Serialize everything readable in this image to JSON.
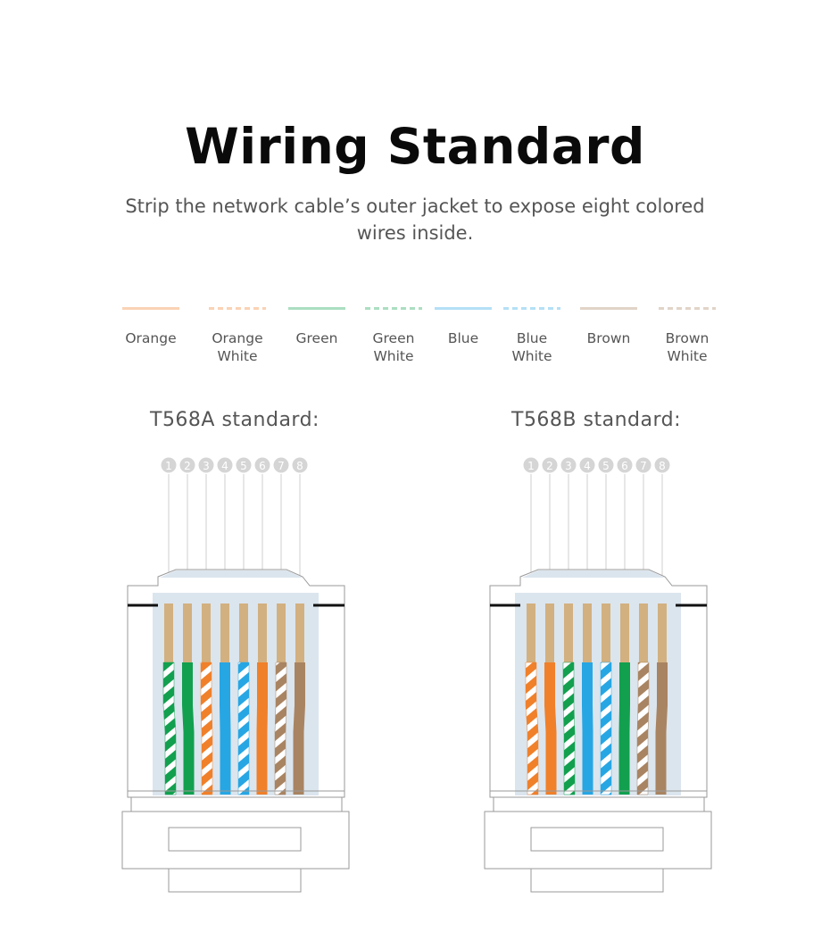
{
  "title": "Wiring Standard",
  "subtitle": "Strip the network cable’s outer jacket to expose eight colored wires inside.",
  "wire_colors": {
    "orange": "#f0802a",
    "green": "#12a04f",
    "blue": "#27a6e4",
    "brown": "#a98462",
    "white": "#ffffff",
    "contact": "#d2b080"
  },
  "legend": [
    {
      "label": "Orange",
      "color": "orange",
      "striped": false
    },
    {
      "label": "Orange\nWhite",
      "color": "orange",
      "striped": true
    },
    {
      "label": "Green",
      "color": "green",
      "striped": false
    },
    {
      "label": "Green\nWhite",
      "color": "green",
      "striped": true
    },
    {
      "label": "Blue",
      "color": "blue",
      "striped": false
    },
    {
      "label": "Blue\nWhite",
      "color": "blue",
      "striped": true
    },
    {
      "label": "Brown",
      "color": "brown",
      "striped": false
    },
    {
      "label": "Brown\nWhite",
      "color": "brown",
      "striped": true
    }
  ],
  "standards": [
    {
      "label": "T568A standard:",
      "pins": [
        "1",
        "2",
        "3",
        "4",
        "5",
        "6",
        "7",
        "8"
      ],
      "wires": [
        {
          "color": "green",
          "striped": true
        },
        {
          "color": "green",
          "striped": false
        },
        {
          "color": "orange",
          "striped": true
        },
        {
          "color": "blue",
          "striped": false
        },
        {
          "color": "blue",
          "striped": true
        },
        {
          "color": "orange",
          "striped": false
        },
        {
          "color": "brown",
          "striped": true
        },
        {
          "color": "brown",
          "striped": false
        }
      ]
    },
    {
      "label": "T568B standard:",
      "pins": [
        "1",
        "2",
        "3",
        "4",
        "5",
        "6",
        "7",
        "8"
      ],
      "wires": [
        {
          "color": "orange",
          "striped": true
        },
        {
          "color": "orange",
          "striped": false
        },
        {
          "color": "green",
          "striped": true
        },
        {
          "color": "blue",
          "striped": false
        },
        {
          "color": "blue",
          "striped": true
        },
        {
          "color": "green",
          "striped": false
        },
        {
          "color": "brown",
          "striped": true
        },
        {
          "color": "brown",
          "striped": false
        }
      ]
    }
  ]
}
